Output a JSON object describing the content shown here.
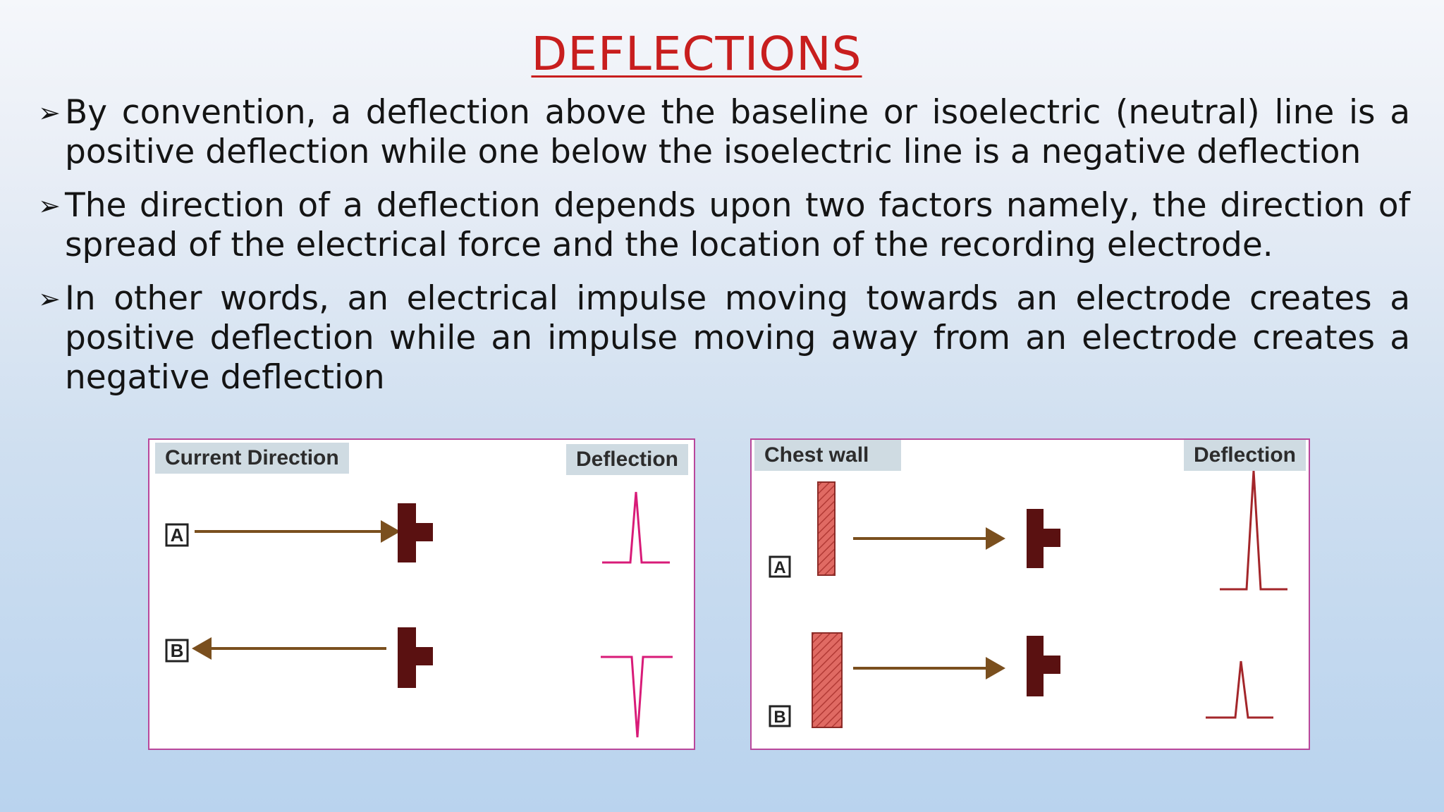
{
  "title": "DEFLECTIONS",
  "bullets": [
    "By convention, a deflection above the baseline or isoelectric  (neutral) line is a positive deflection while one below the  isoelectric line is a negative deflection",
    "The direction of a deflection depends upon two factors namely, the direction of spread of the electrical force and  the location of the recording electrode.",
    "In other words, an electrical impulse moving towards an electrode creates a positive deflection while an impulse  moving away from an electrode creates a negative deflection"
  ],
  "left_panel": {
    "header_left": "Current Direction",
    "header_right": "Deflection",
    "label_a": "A",
    "label_b": "B"
  },
  "right_panel": {
    "header_left": "Chest wall",
    "header_right": "Deflection",
    "label_a": "A",
    "label_b": "B"
  },
  "colors": {
    "title": "#c81e1e",
    "arrow": "#7a4f1e",
    "electrode": "#5a1111",
    "left_trace": "#d81b78",
    "right_trace": "#a3262a",
    "chest_wall": "#d9534f",
    "panel_border": "#b9479b"
  }
}
